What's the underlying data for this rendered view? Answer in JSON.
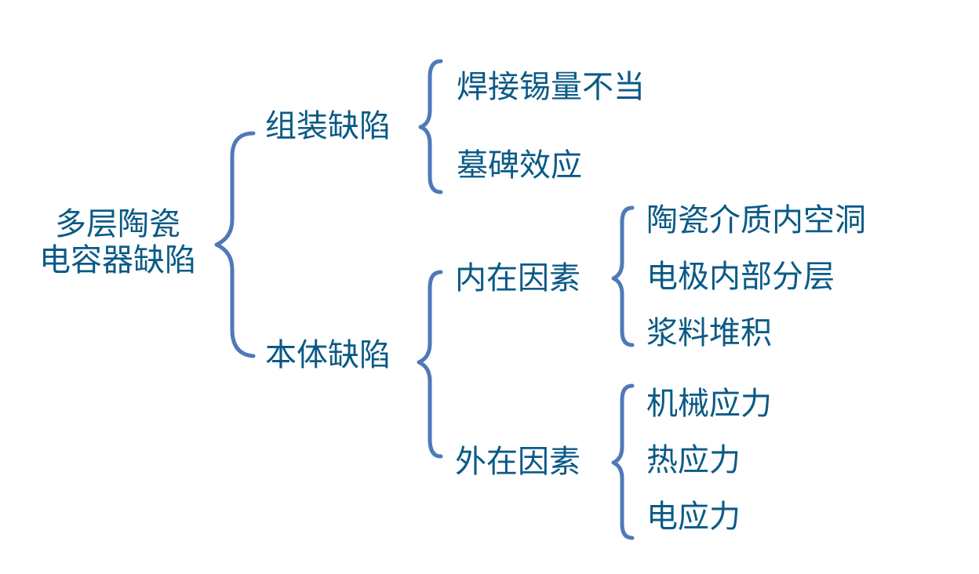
{
  "root": {
    "line1": "多层陶瓷",
    "line2": "电容器缺陷"
  },
  "branches": [
    {
      "label": "组装缺陷",
      "children": [
        "焊接锡量不当",
        "墓碑效应"
      ]
    },
    {
      "label": "本体缺陷",
      "groups": [
        {
          "label": "内在因素",
          "children": [
            "陶瓷介质内空洞",
            "电极内部分层",
            "浆料堆积"
          ]
        },
        {
          "label": "外在因素",
          "children": [
            "机械应力",
            "热应力",
            "电应力"
          ]
        }
      ]
    }
  ],
  "colors": {
    "text": "#0a5a86",
    "bracket": "#4f79b8",
    "background": "#ffffff"
  }
}
